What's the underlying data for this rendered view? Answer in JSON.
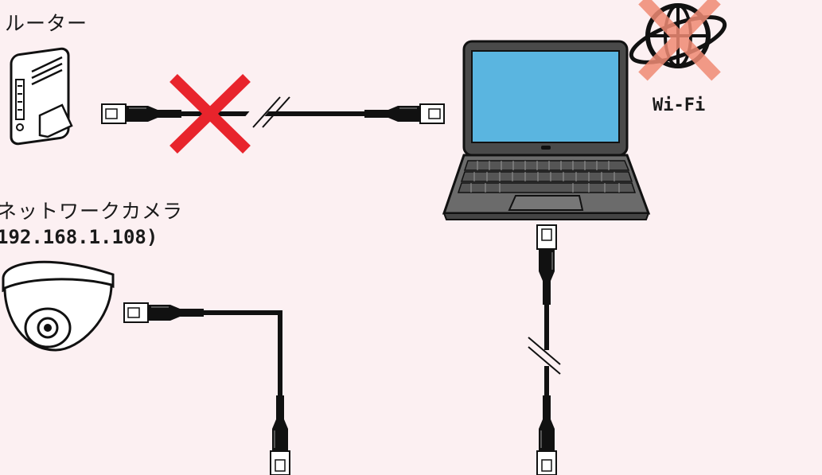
{
  "labels": {
    "router": "ルーター",
    "camera": "ネットワークカメラ",
    "camera_ip": "192.168.1.108)",
    "wifi": "Wi-Fi"
  },
  "colors": {
    "background": "#fcf0f2",
    "cable": "#111111",
    "cross_red": "#e8242c",
    "cross_salmon": "#f08a74",
    "screen": "#5ab5e0",
    "laptop_body": "#6b6b6b"
  },
  "icons": [
    "router-icon",
    "laptop-icon",
    "camera-icon",
    "globe-icon",
    "cross-icon",
    "lan-connector-icon"
  ]
}
